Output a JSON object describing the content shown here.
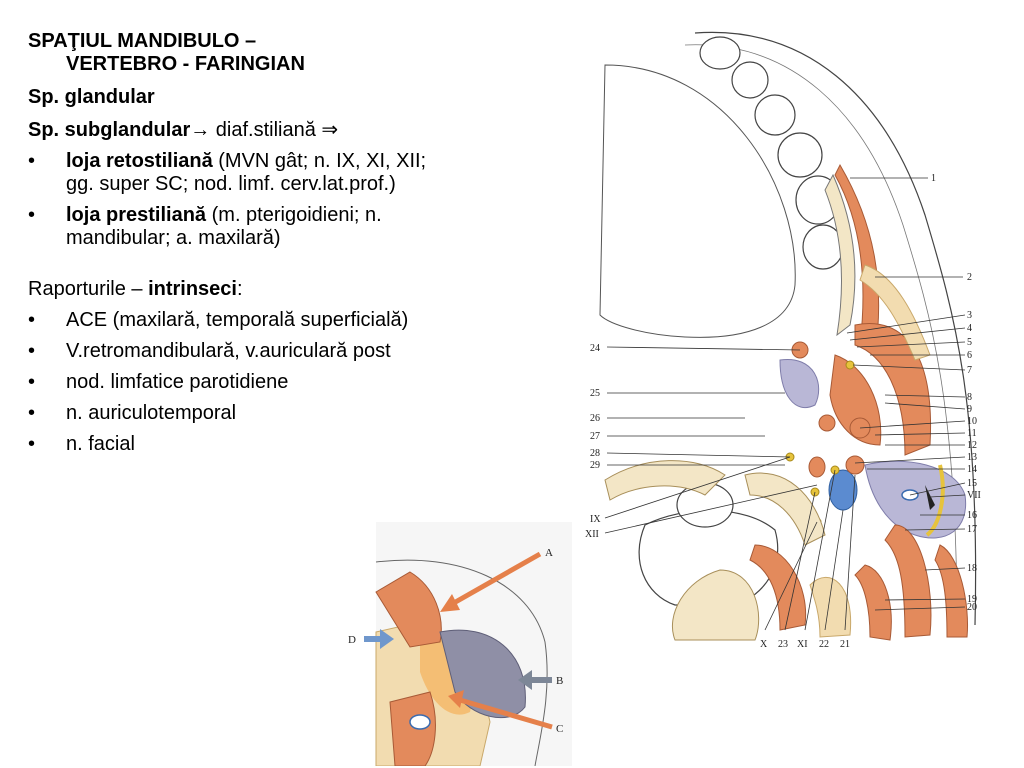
{
  "title": {
    "line1": "SPAŢIUL MANDIBULO –",
    "line2": "VERTEBRO - FARINGIAN"
  },
  "sp_glandular": "Sp. glandular",
  "sp_subglandular": {
    "bold": "Sp. subglandular",
    "rest": "→ diaf.stiliană ⇒"
  },
  "loja_bullets": [
    {
      "bold": "loja retostiliană",
      "rest": " (MVN gât; n. IX, XI, XII; gg. super SC; nod. limf. cerv.lat.prof.)"
    },
    {
      "bold": "loja prestiliană",
      "rest": " (m. pterigoidieni; n. mandibular; a. maxilară)"
    }
  ],
  "raporturile": {
    "prefix": "Raporturile – ",
    "bold": "intrinseci",
    "suffix": ":"
  },
  "raport_bullets": [
    "ACE (maxilară, temporală superficială)",
    "V.retromandibulară, v.auriculară post",
    "nod. limfatice parotidiene",
    "n. auriculotemporal",
    "n. facial"
  ],
  "figure_labels": {
    "right": [
      "1",
      "2",
      "3",
      "4",
      "5",
      "6",
      "7",
      "8",
      "9",
      "10",
      "11",
      "12",
      "13",
      "14",
      "15",
      "VII",
      "16",
      "17",
      "18",
      "19",
      "20"
    ],
    "left": [
      "24",
      "25",
      "26",
      "27",
      "28",
      "29",
      "IX",
      "XII"
    ],
    "bottom": [
      "X",
      "23",
      "XI",
      "22",
      "21"
    ]
  },
  "inset_labels": [
    "A",
    "B",
    "C",
    "D"
  ],
  "colors": {
    "muscle": "#e38a5c",
    "fat": "#f2dcb0",
    "gland": "#b9b7d6",
    "bone": "#f3e6c6",
    "vessel_blue": "#5b8bd0",
    "nerve": "#e6c33c",
    "arrow_orange": "#e5804a",
    "arrow_blue": "#6f97cc",
    "arrow_gray": "#7d8797"
  }
}
